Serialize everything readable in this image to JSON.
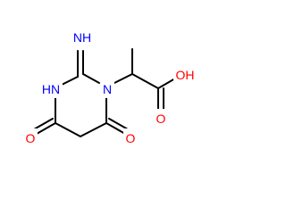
{
  "molecule": {
    "atom_labels": {
      "imine_nh": "NH",
      "ring_n1": "N",
      "ring_nh": "HN",
      "acid_oh": "OH",
      "acid_o": "O",
      "ketone_o_left": "O",
      "ketone_o_right": "O"
    },
    "colors": {
      "bond": "#000000",
      "nitrogen": "#0000ff",
      "oxygen": "#ff0000"
    }
  }
}
